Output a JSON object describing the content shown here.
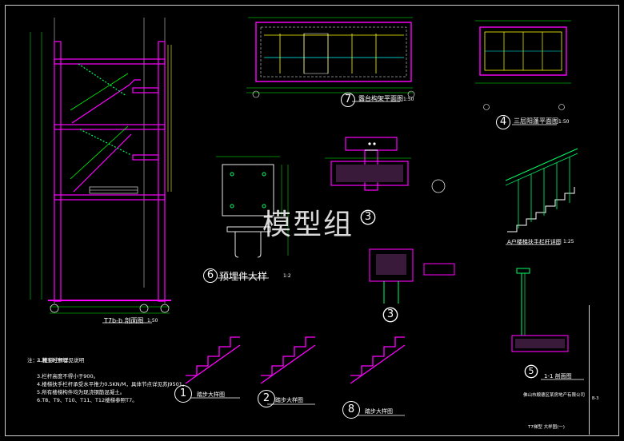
{
  "watermark": "模型组",
  "views": {
    "section_title": "T7b-b 剖面图",
    "section_scale": "1:50",
    "v7_title": "露台构架平面图",
    "v7_num": "7",
    "v7_scale": "1:50",
    "v4_title": "三层阳蓬平面图",
    "v4_num": "4",
    "v4_scale": "1:50",
    "v6_title": "预埋件大样",
    "v6_num": "6",
    "v6_scale": "1:2",
    "v3_num": "3",
    "v3b_num": "3",
    "v5_num": "5",
    "v5_title": "1-1 剖面图",
    "v1_num": "1",
    "v1_title": "踏步大样图",
    "v2_num": "2",
    "v2_title": "踏步大样图",
    "v8_num": "8",
    "v8_title": "踏步大样图",
    "rail_title": "A户楼梯扶手栏杆详图",
    "rail_scale": "1:25"
  },
  "notes": {
    "lines": [
      "注：1.楼梯栏杆详见说明",
      "2.施工时预埋：",
      "3.栏杆高度不得小于900。",
      "4.楼梯扶手栏杆承受水平推力0.5KN/M，具体节点详见苏J9501。",
      "5.所有楼梯构件均为现浇钢筋混凝土。",
      "6.T8、T9、T10、T11、T12楼梯参照T7。"
    ]
  },
  "title_block": {
    "company": "佛山市顺德区某房地产有限公司",
    "drawing": "T7梯型 大样图(一)",
    "sheet": "B-3"
  }
}
